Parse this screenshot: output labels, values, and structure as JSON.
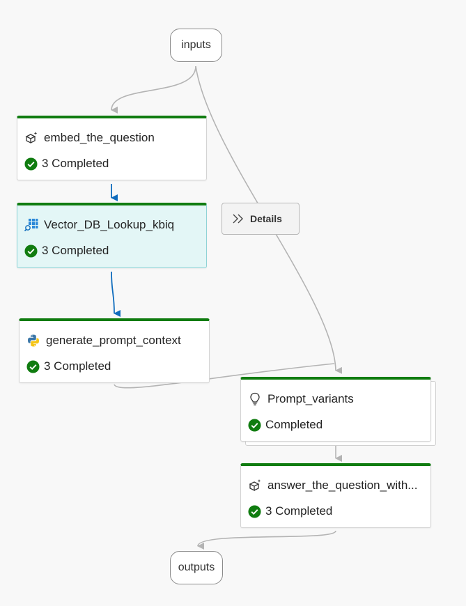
{
  "inputs_label": "inputs",
  "outputs_label": "outputs",
  "details_label": "Details",
  "colors": {
    "success": "#107c10",
    "edge_default": "#b4b4b4",
    "edge_active": "#0f6cbd",
    "selected_fill": "#e3f6f6"
  },
  "nodes": [
    {
      "title": "embed_the_question",
      "status": "3 Completed",
      "icon": "embedding-icon"
    },
    {
      "title": "Vector_DB_Lookup_kbiq",
      "status": "3 Completed",
      "icon": "vector-db-lookup-icon"
    },
    {
      "title": "generate_prompt_context",
      "status": "3 Completed",
      "icon": "python-icon"
    },
    {
      "title": "Prompt_variants",
      "status": "Completed",
      "icon": "lightbulb-icon"
    },
    {
      "title": "answer_the_question_with...",
      "status": "3 Completed",
      "icon": "embedding-icon"
    }
  ]
}
